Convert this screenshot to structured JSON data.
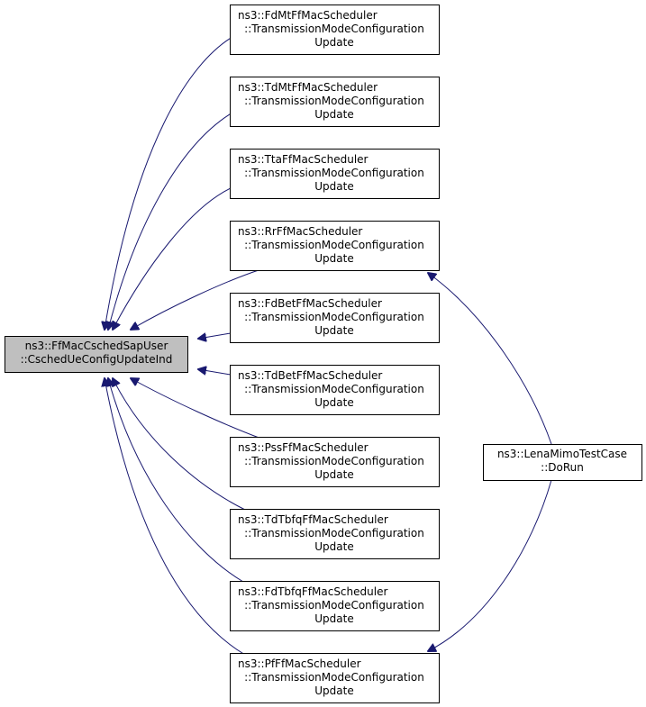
{
  "colors": {
    "edge": "#191970",
    "node_border": "#000000",
    "node_fill": "#ffffff",
    "root_fill": "#bfbfbf"
  },
  "root": {
    "lines": [
      "ns3::FfMacCschedSapUser",
      "::CschedUeConfigUpdateInd"
    ]
  },
  "callers": [
    {
      "lines": [
        "ns3::FdMtFfMacScheduler",
        "::TransmissionModeConfiguration",
        "Update"
      ]
    },
    {
      "lines": [
        "ns3::TdMtFfMacScheduler",
        "::TransmissionModeConfiguration",
        "Update"
      ]
    },
    {
      "lines": [
        "ns3::TtaFfMacScheduler",
        "::TransmissionModeConfiguration",
        "Update"
      ]
    },
    {
      "lines": [
        "ns3::RrFfMacScheduler",
        "::TransmissionModeConfiguration",
        "Update"
      ]
    },
    {
      "lines": [
        "ns3::FdBetFfMacScheduler",
        "::TransmissionModeConfiguration",
        "Update"
      ]
    },
    {
      "lines": [
        "ns3::TdBetFfMacScheduler",
        "::TransmissionModeConfiguration",
        "Update"
      ]
    },
    {
      "lines": [
        "ns3::PssFfMacScheduler",
        "::TransmissionModeConfiguration",
        "Update"
      ]
    },
    {
      "lines": [
        "ns3::TdTbfqFfMacScheduler",
        "::TransmissionModeConfiguration",
        "Update"
      ]
    },
    {
      "lines": [
        "ns3::FdTbfqFfMacScheduler",
        "::TransmissionModeConfiguration",
        "Update"
      ]
    },
    {
      "lines": [
        "ns3::PfFfMacScheduler",
        "::TransmissionModeConfiguration",
        "Update"
      ]
    }
  ],
  "test_case": {
    "lines": [
      "ns3::LenaMimoTestCase",
      "::DoRun"
    ]
  }
}
